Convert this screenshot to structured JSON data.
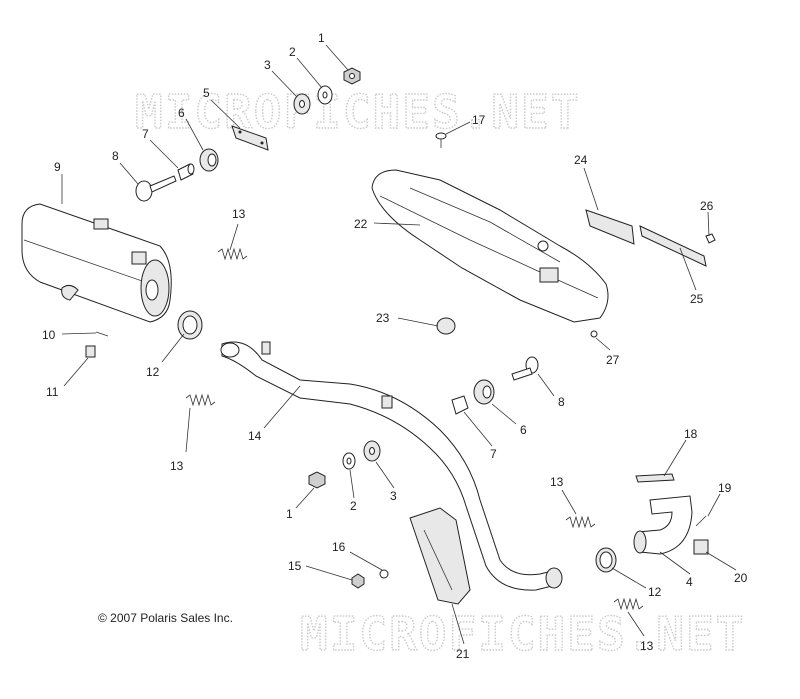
{
  "watermark": "MICROFICHES.NET",
  "copyright": "© 2007 Polaris Sales Inc.",
  "callouts": [
    "1",
    "2",
    "3",
    "5",
    "6",
    "7",
    "8",
    "9",
    "13",
    "17",
    "22",
    "24",
    "26",
    "25",
    "23",
    "27",
    "10",
    "11",
    "12",
    "14",
    "13",
    "6",
    "8",
    "7",
    "18",
    "19",
    "13",
    "1",
    "2",
    "3",
    "16",
    "15",
    "21",
    "12",
    "4",
    "20",
    "13"
  ]
}
